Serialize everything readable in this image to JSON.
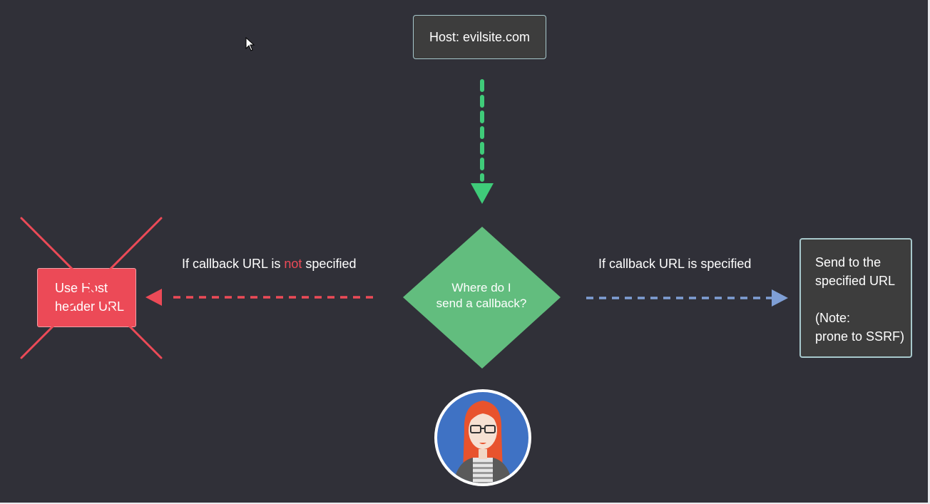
{
  "nodes": {
    "host_header": "Host: evilsite.com",
    "decision": "Where do I\nsend a callback?",
    "use_host": "Use Host\nheader URL",
    "send_to": "Send to the\nspecified URL\n\n(Note:\nprone to SSRF)"
  },
  "edges": {
    "left_label_before": "If callback URL is ",
    "left_label_neg": "not",
    "left_label_after": " specified",
    "right_label": "If callback URL is specified"
  },
  "colors": {
    "background": "#303038",
    "accent_green": "#62bd7e",
    "arrow_green": "#3fcb79",
    "alert_red": "#ec4a57",
    "arrow_blue": "#7f9fd6",
    "box_border": "#a7c8cc",
    "avatar_bg": "#3f72c4"
  },
  "icons": {
    "cursor": "mouse-pointer-icon",
    "rejected": "cross-out-icon",
    "avatar": "developer-avatar-icon"
  }
}
